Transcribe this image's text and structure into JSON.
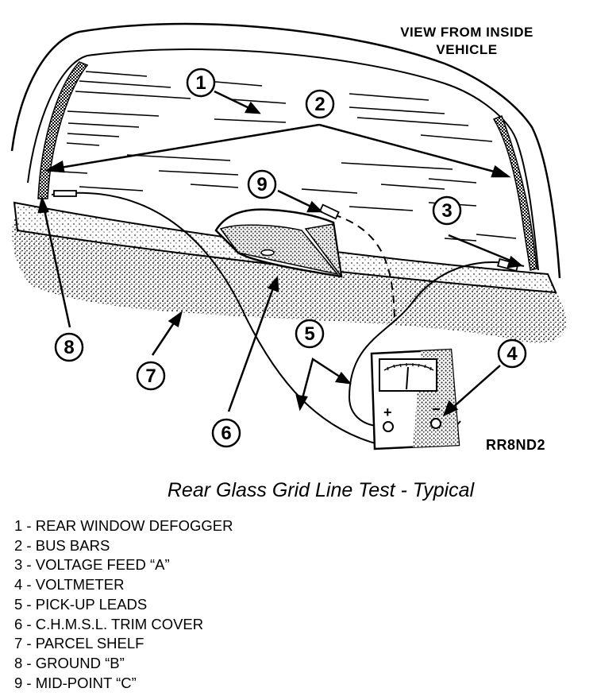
{
  "header": {
    "line1": "VIEW FROM INSIDE",
    "line2": "VEHICLE"
  },
  "figure_code": "RR8ND2",
  "caption": "Rear Glass Grid Line Test - Typical",
  "callouts": [
    "1",
    "2",
    "3",
    "4",
    "5",
    "6",
    "7",
    "8",
    "9"
  ],
  "legend": [
    "1 - REAR WINDOW DEFOGGER",
    "2 - BUS BARS",
    "3 - VOLTAGE FEED “A”",
    "4 - VOLTMETER",
    "5 - PICK-UP LEADS",
    "6 - C.H.M.S.L. TRIM COVER",
    "7 - PARCEL SHELF",
    "8 - GROUND “B”",
    "9 - MID-POINT “C”"
  ],
  "meter_labels": {
    "plus": "+",
    "minus": "−"
  },
  "colors": {
    "ink": "#000000",
    "paper": "#ffffff",
    "stipple": "#6b6b6b"
  }
}
